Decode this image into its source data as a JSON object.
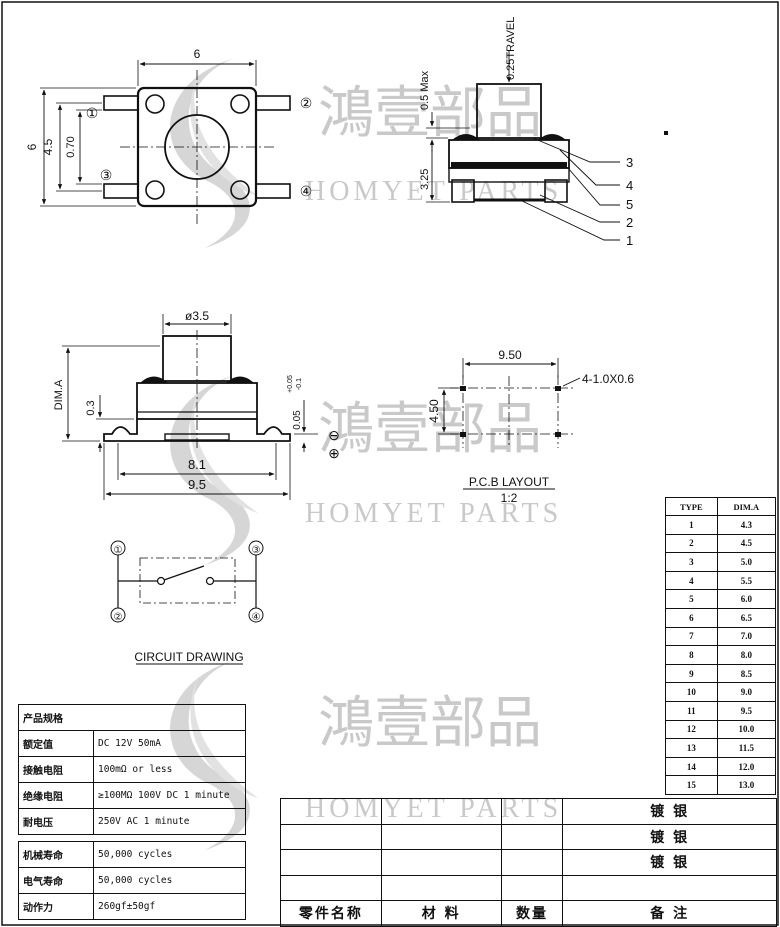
{
  "watermark": {
    "brand_cn": "鴻壹部品",
    "brand_en": "HOMYET PARTS"
  },
  "top_view": {
    "dim_width": "6",
    "dim_height_outer": "6",
    "dim_height_inner": "4.5",
    "dim_pin_gap": "0.70",
    "pin_labels": [
      "①",
      "②",
      "③",
      "④"
    ]
  },
  "side_view_top": {
    "dim_travel": "0.25TRAVEL",
    "dim_max": "0.5 Max",
    "dim_height": "3.25",
    "part_callouts": [
      "3",
      "4",
      "5",
      "2",
      "1"
    ]
  },
  "side_view_bottom": {
    "dim_diameter": "ø3.5",
    "dim_a": "DIM.A",
    "dim_0_3": "0.3",
    "dim_tolerance": "0.05",
    "dim_tol_plus": "+0.05",
    "dim_tol_minus": "-0.1",
    "dim_8_1": "8.1",
    "dim_9_5": "9.5",
    "sign_minus": "⊖",
    "sign_plus": "⊕"
  },
  "pcb_layout": {
    "dim_width": "9.50",
    "dim_height": "4.50",
    "pad_spec": "4-1.0X0.6",
    "title": "P.C.B LAYOUT",
    "scale": "1:2"
  },
  "circuit": {
    "title": "CIRCUIT DRAWING",
    "pins": [
      "①",
      "③",
      "②",
      "④"
    ]
  },
  "type_table": {
    "headers": [
      "TYPE",
      "DIM.A"
    ],
    "rows": [
      [
        "1",
        "4.3"
      ],
      [
        "2",
        "4.5"
      ],
      [
        "3",
        "5.0"
      ],
      [
        "4",
        "5.5"
      ],
      [
        "5",
        "6.0"
      ],
      [
        "6",
        "6.5"
      ],
      [
        "7",
        "7.0"
      ],
      [
        "8",
        "8.0"
      ],
      [
        "9",
        "8.5"
      ],
      [
        "10",
        "9.0"
      ],
      [
        "11",
        "9.5"
      ],
      [
        "12",
        "10.0"
      ],
      [
        "13",
        "11.5"
      ],
      [
        "14",
        "12.0"
      ],
      [
        "15",
        "13.0"
      ]
    ]
  },
  "spec_table_1": {
    "title": "产品规格",
    "rows": [
      {
        "label": "额定值",
        "value": "DC 12V 50mA"
      },
      {
        "label": "接触电阻",
        "value": "100mΩ  or less"
      },
      {
        "label": "绝缘电阻",
        "value": "≥100MΩ  100V DC 1 minute"
      },
      {
        "label": "耐电压",
        "value": "250V AC 1 minute"
      }
    ]
  },
  "spec_table_2": {
    "rows": [
      {
        "label": "机械寿命",
        "value": "50,000 cycles"
      },
      {
        "label": "电气寿命",
        "value": "50,000 cycles"
      },
      {
        "label": "动作力",
        "value": "260gf±50gf"
      }
    ]
  },
  "parts_table": {
    "rows": [
      [
        "",
        "",
        "",
        "镀 银"
      ],
      [
        "",
        "",
        "",
        "镀 银"
      ],
      [
        "",
        "",
        "",
        "镀 银"
      ],
      [
        "",
        "",
        "",
        ""
      ]
    ],
    "headers": [
      "零件名称",
      "材 料",
      "数量",
      "备 注"
    ]
  }
}
